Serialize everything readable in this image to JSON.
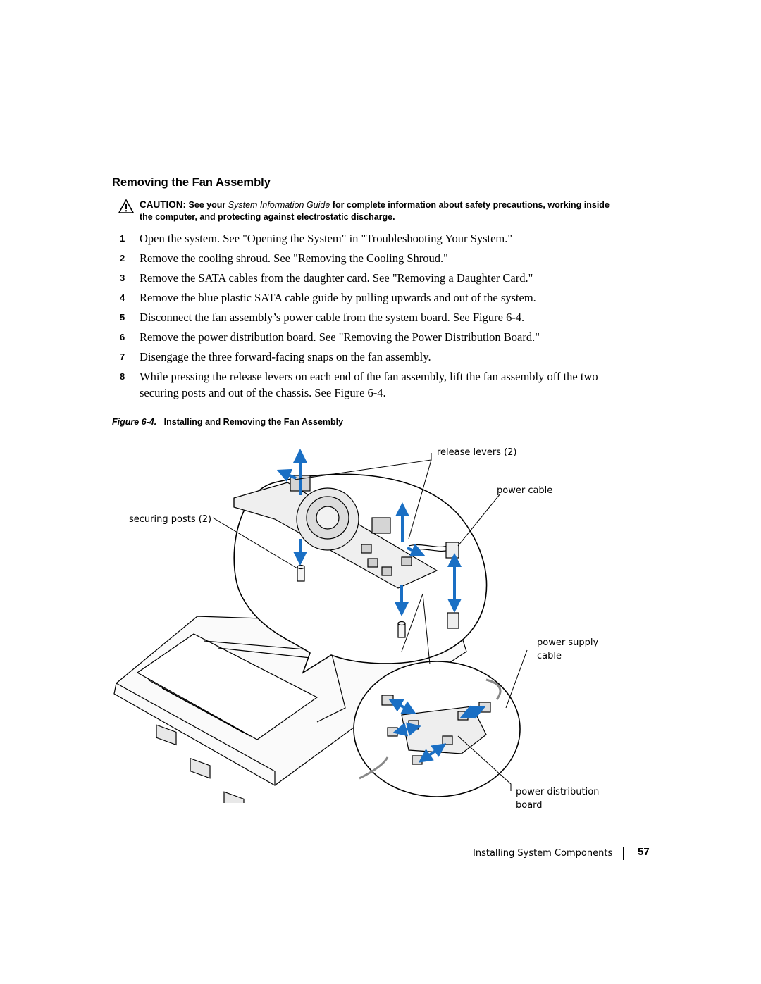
{
  "section_title": "Removing the Fan Assembly",
  "caution": {
    "label": "CAUTION:",
    "text_before": "See your",
    "guide_title": "System Information Guide",
    "text_after": "for complete information about safety precautions, working inside the computer, and protecting against electrostatic discharge."
  },
  "steps": [
    {
      "num": "1",
      "text": "Open the system. See \"Opening the System\" in \"Troubleshooting Your System.\""
    },
    {
      "num": "2",
      "text": "Remove the cooling shroud. See \"Removing the Cooling Shroud.\""
    },
    {
      "num": "3",
      "text": "Remove the SATA cables from the daughter card. See \"Removing a Daughter Card.\""
    },
    {
      "num": "4",
      "text": "Remove the blue plastic SATA cable guide by pulling upwards and out of the system."
    },
    {
      "num": "5",
      "text": "Disconnect the fan assembly’s power cable from the system board. See Figure 6-4."
    },
    {
      "num": "6",
      "text": "Remove the power distribution board. See \"Removing the Power Distribution Board.\""
    },
    {
      "num": "7",
      "text": "Disengage the three forward-facing snaps on the fan assembly."
    },
    {
      "num": "8",
      "text": "While pressing the release levers on each end of the fan assembly, lift the fan assembly off the two securing posts and out of the chassis. See Figure 6-4."
    }
  ],
  "figure": {
    "number": "Figure 6-4.",
    "caption": "Installing and Removing the Fan Assembly",
    "callouts": {
      "release_levers": "release levers (2)",
      "power_cable": "power cable",
      "securing_posts": "securing posts (2)",
      "power_supply_cable_1": "power supply",
      "power_supply_cable_2": "cable",
      "power_distribution_board_1": "power distribution",
      "power_distribution_board_2": "board"
    },
    "arrow_color": "#1a6fc4"
  },
  "footer": {
    "section": "Installing System Components",
    "page_number": "57"
  }
}
